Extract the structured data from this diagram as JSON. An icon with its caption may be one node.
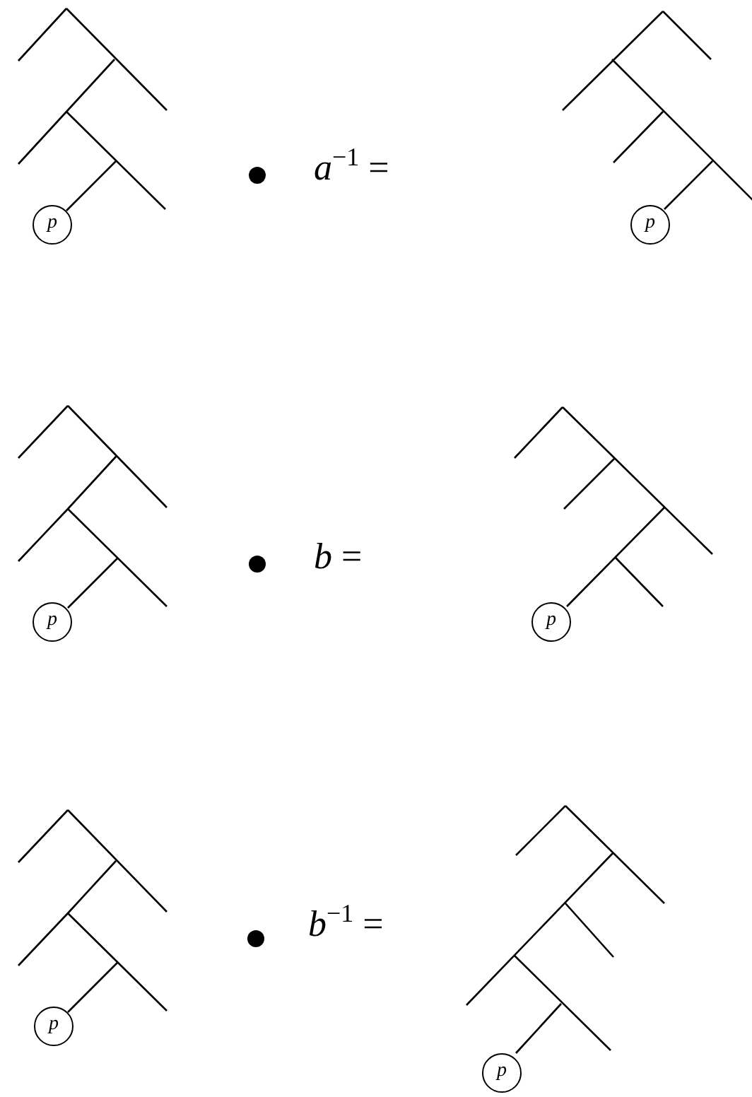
{
  "diagram": {
    "nodes": [
      {
        "text": [
          "p"
        ]
      },
      {
        "text": [
          "p"
        ]
      },
      {
        "text": [
          "p"
        ]
      },
      {
        "text": [
          "p"
        ]
      },
      {
        "text": [
          "p"
        ]
      },
      {
        "text": [
          "p"
        ]
      }
    ],
    "labels": [
      "*a*$^{−1}$ =",
      "*b* =",
      "*b*$^{−1}$ ="
    ]
  }
}
